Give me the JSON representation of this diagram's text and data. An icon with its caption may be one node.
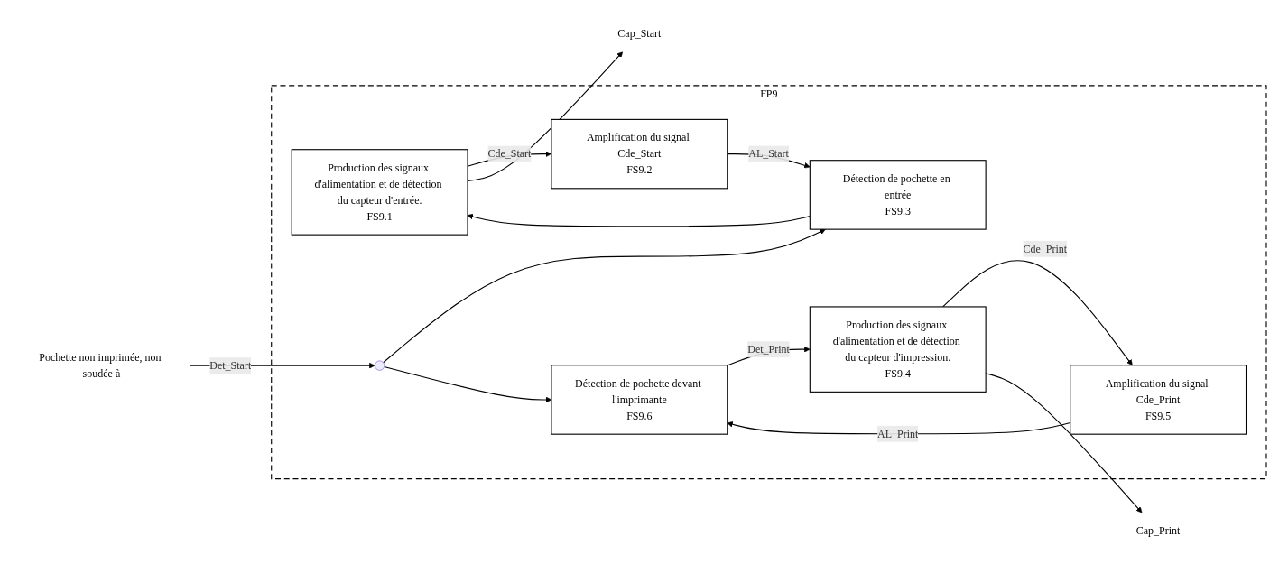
{
  "diagram": {
    "nodes": [
      {
        "text": [
          "FP9"
        ]
      },
      {
        "text": [
          "Production des signaux d'alimentation et de détection du capteur d'entrée.",
          "FS9.1"
        ],
        "in": 0
      },
      {
        "text": [
          "Amplification du signal Cde_Start",
          "FS9.2"
        ],
        "in": 0
      },
      {
        "text": [
          "Détection de pochette en entrée",
          "FS9.3"
        ],
        "in": 0
      },
      {
        "text": [],
        "shape": "circle",
        "in": 0
      },
      {
        "text": [
          "Détection de pochette devant l'imprimante",
          "FS9.6"
        ],
        "in": 0
      },
      {
        "text": [
          "Production des signaux d'alimentation et de détection du capteur d'impression.",
          "FS9.4"
        ],
        "in": 0
      },
      {
        "text": [
          "Amplification du signal Cde_Print",
          "FS9.5"
        ],
        "in": 0
      },
      {
        "text": [
          "Pochette non imprimée, non soudée à"
        ]
      },
      {
        "text": [
          "Cap_Start"
        ]
      },
      {
        "text": [
          "Cap_Print"
        ]
      }
    ],
    "edges": [
      {
        "from": 1,
        "to": 2,
        "arrow": "to",
        "label": "Cde_Start"
      },
      {
        "from": 2,
        "to": 3,
        "arrow": "to",
        "label": "AL_Start"
      },
      {
        "from": 3,
        "to": 1,
        "arrow": "to"
      },
      {
        "from": 8,
        "to": 4,
        "arrow": "to",
        "label": "Det_Start"
      },
      {
        "from": 4,
        "to": 3,
        "arrow": "to"
      },
      {
        "from": 4,
        "to": 5,
        "arrow": "to"
      },
      {
        "from": 5,
        "to": 6,
        "arrow": "to",
        "label": "Det_Print"
      },
      {
        "from": 6,
        "to": 7,
        "arrow": "to",
        "label": "Cde_Print"
      },
      {
        "from": 7,
        "to": 5,
        "arrow": "to",
        "label": "AL_Print"
      },
      {
        "from": 1,
        "to": 9,
        "arrow": "to"
      },
      {
        "from": 6,
        "to": 10,
        "arrow": "to"
      }
    ]
  }
}
